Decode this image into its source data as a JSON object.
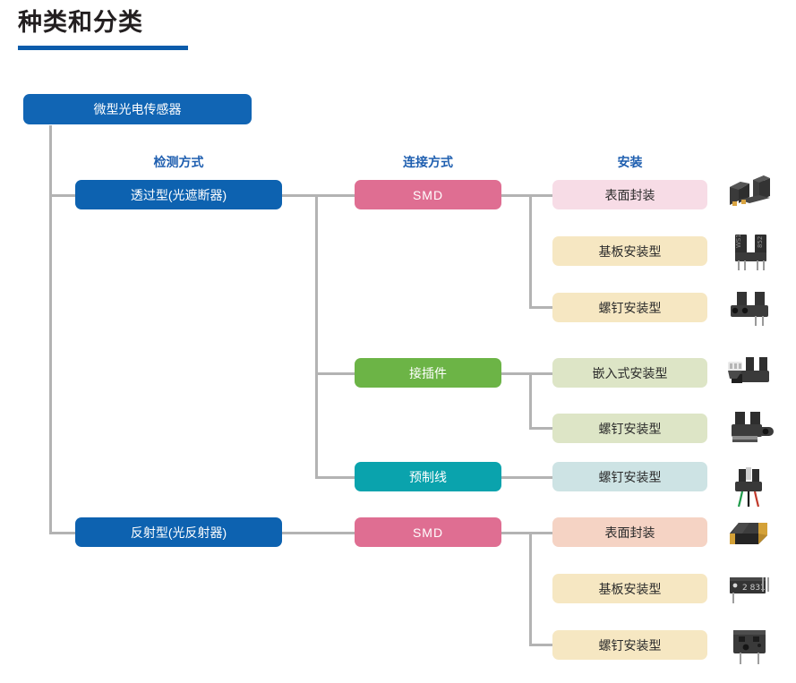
{
  "page": {
    "title": "种类和分类",
    "accent_color": "#0b5cab"
  },
  "headers": [
    {
      "id": "detection",
      "label": "检测方式"
    },
    {
      "id": "connection",
      "label": "连接方式"
    },
    {
      "id": "mounting",
      "label": "安装"
    }
  ],
  "root": {
    "label": "微型光电传感器",
    "color": "#1165b4"
  },
  "branches": [
    {
      "type": {
        "label": "透过型(光遮断器)",
        "color": "#0d62b0"
      },
      "connections": [
        {
          "label": "SMD",
          "color": "#df6e92",
          "mountings": [
            {
              "label": "表面封装",
              "color": "#f7dce6",
              "photo": "photo-slot-smd-surface"
            },
            {
              "label": "基板安装型",
              "color": "#f6e7c2",
              "photo": "photo-slot-smd-pcb"
            },
            {
              "label": "螺钉安装型",
              "color": "#f6e7c2",
              "photo": "photo-slot-smd-screw"
            }
          ]
        },
        {
          "label": "接插件",
          "color": "#6cb446",
          "mountings": [
            {
              "label": "嵌入式安装型",
              "color": "#dde5c6",
              "photo": "photo-slot-conn-embed"
            },
            {
              "label": "螺钉安装型",
              "color": "#dde5c6",
              "photo": "photo-slot-conn-screw"
            }
          ]
        },
        {
          "label": "预制线",
          "color": "#0aa3ad",
          "mountings": [
            {
              "label": "螺钉安装型",
              "color": "#cde3e4",
              "photo": "photo-slot-wire-screw"
            }
          ]
        }
      ]
    },
    {
      "type": {
        "label": "反射型(光反射器)",
        "color": "#0d62b0"
      },
      "connections": [
        {
          "label": "SMD",
          "color": "#df6e92",
          "mountings": [
            {
              "label": "表面封装",
              "color": "#f5d3c4",
              "photo": "photo-slot-refl-surface"
            },
            {
              "label": "基板安装型",
              "color": "#f6e7c2",
              "photo": "photo-slot-refl-pcb"
            },
            {
              "label": "螺钉安装型",
              "color": "#f6e7c2",
              "photo": "photo-slot-refl-screw"
            }
          ]
        }
      ]
    }
  ]
}
